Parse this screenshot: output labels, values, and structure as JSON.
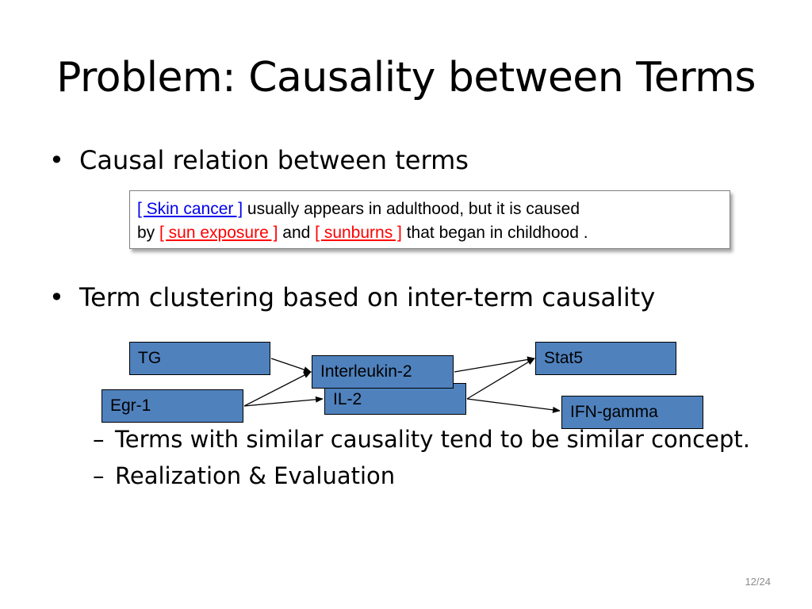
{
  "slide": {
    "title": "Problem: Causality between Terms",
    "bullets": [
      "Causal relation between terms",
      "Term clustering based on inter-term causality"
    ],
    "bullet_marker": "•",
    "sub_marker": "–",
    "sub_bullets": [
      "Terms with similar causality tend to be similar concept.",
      "Realization & Evaluation"
    ],
    "page_number": "12/24"
  },
  "example": {
    "term1": "[ Skin cancer ]",
    "text1": " usually appears in adulthood, but it is caused",
    "text2": "by ",
    "term2": "[ sun exposure ]",
    "text3": " and ",
    "term3": "[ sunburns ]",
    "text4": " that began in childhood ."
  },
  "diagram": {
    "nodes": {
      "tg": "TG",
      "egr1": "Egr-1",
      "il2": "IL-2",
      "interleukin2": "Interleukin-2",
      "stat5": "Stat5",
      "ifn_gamma": "IFN-gamma"
    }
  },
  "colors": {
    "node_fill": "#4f81bd",
    "cause_term": "#0000ee",
    "effect_term": "#ff0000"
  }
}
